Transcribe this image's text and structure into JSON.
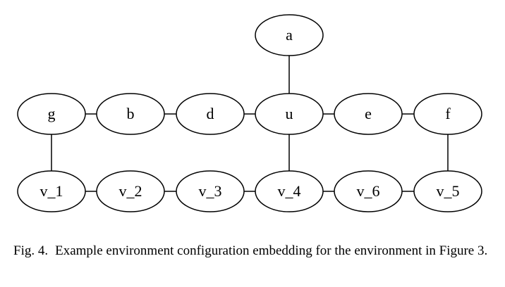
{
  "diagram": {
    "nodes": [
      {
        "id": "a",
        "label": "a"
      },
      {
        "id": "g",
        "label": "g"
      },
      {
        "id": "b",
        "label": "b"
      },
      {
        "id": "d",
        "label": "d"
      },
      {
        "id": "u",
        "label": "u"
      },
      {
        "id": "e",
        "label": "e"
      },
      {
        "id": "f",
        "label": "f"
      },
      {
        "id": "v_1",
        "label": "v_1"
      },
      {
        "id": "v_2",
        "label": "v_2"
      },
      {
        "id": "v_3",
        "label": "v_3"
      },
      {
        "id": "v_4",
        "label": "v_4"
      },
      {
        "id": "v_6",
        "label": "v_6"
      },
      {
        "id": "v_5",
        "label": "v_5"
      }
    ],
    "edges": [
      [
        "a",
        "u"
      ],
      [
        "g",
        "b"
      ],
      [
        "b",
        "d"
      ],
      [
        "d",
        "u"
      ],
      [
        "u",
        "e"
      ],
      [
        "e",
        "f"
      ],
      [
        "g",
        "v_1"
      ],
      [
        "u",
        "v_4"
      ],
      [
        "f",
        "v_5"
      ],
      [
        "v_1",
        "v_2"
      ],
      [
        "v_2",
        "v_3"
      ],
      [
        "v_3",
        "v_4"
      ],
      [
        "v_4",
        "v_6"
      ],
      [
        "v_6",
        "v_5"
      ]
    ]
  },
  "caption": {
    "figure_number": "Fig. 4.",
    "text": "Example environment configuration embedding for the environment in Figure 3."
  }
}
